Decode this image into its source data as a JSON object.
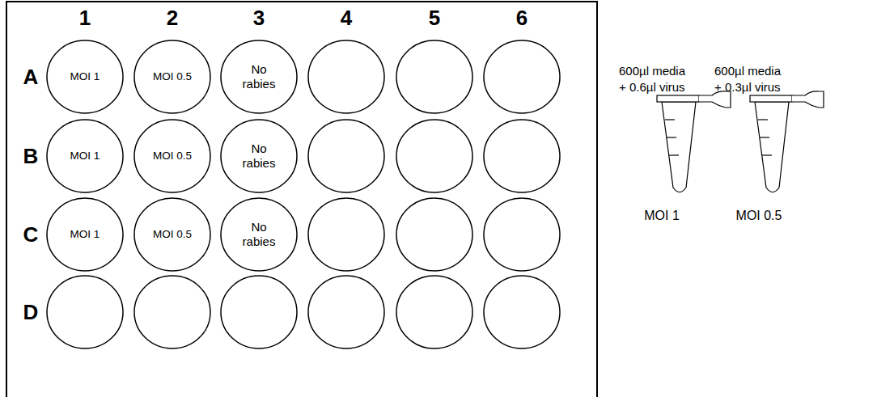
{
  "diagram": {
    "nodes": [
      {
        "text": [
          "MOI 1"
        ]
      },
      {
        "text": [
          "MOI 0.5"
        ]
      },
      {
        "text": [
          "No rabies"
        ]
      },
      {
        "text": [
          "MOI 1"
        ]
      },
      {
        "text": [
          "MOI 0.5"
        ]
      },
      {
        "text": [
          "No rabies"
        ]
      },
      {
        "text": [
          "MOI 1"
        ]
      },
      {
        "text": [
          "MOI 0.5"
        ]
      },
      {
        "text": [
          "No rabies"
        ]
      }
    ],
    "labels": [
      "1",
      "2",
      "3",
      "4",
      "5",
      "6",
      "A",
      "B",
      "C",
      "D",
      "600µl media + 0.6µl virus",
      "MOI 1",
      "600µl media + 0.3µl virus",
      "MOI 0.5"
    ]
  }
}
